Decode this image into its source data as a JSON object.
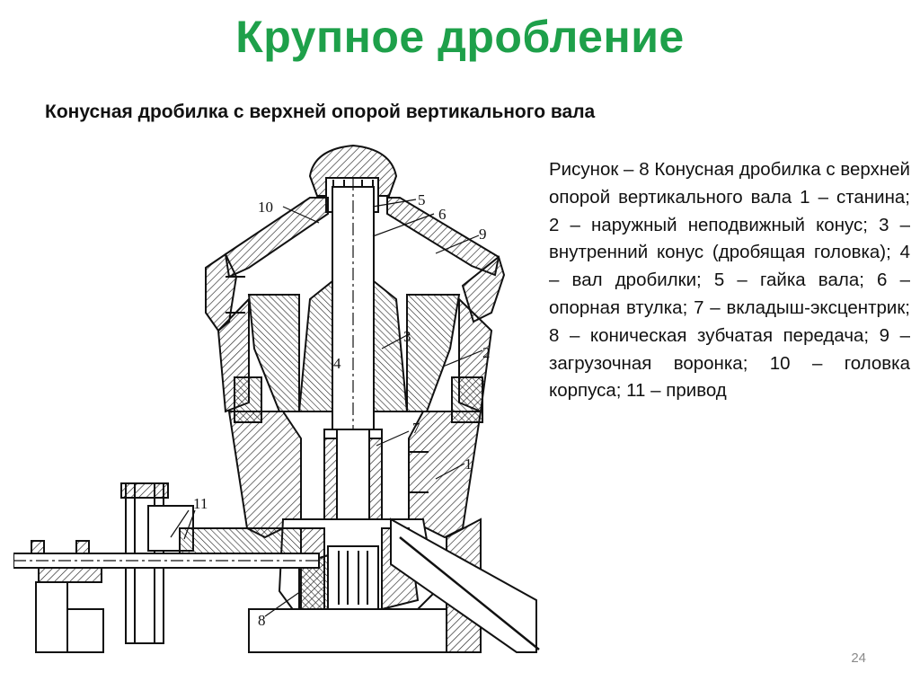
{
  "slide": {
    "title": "Крупное дробление",
    "subtitle": "Конусная дробилка с верхней опорой вертикального вала",
    "caption": "Рисунок – 8 Конусная дробилка с верхней опорой вертикального вала 1 – станина; 2 – наружный неподвижный конус; 3 – внутренний конус (дробящая головка); 4 – вал дробилки; 5 – гайка вала; 6 – опорная втулка; 7 – вкладыш-эксцентрик; 8 – коническая зубчатая передача; 9 – загрузочная воронка; 10 – головка корпуса; 11 – привод",
    "page_number": "24"
  },
  "figure": {
    "labels": {
      "l1": "1",
      "l2": "2",
      "l3": "3",
      "l4": "4",
      "l5": "5",
      "l6": "6",
      "l7": "7",
      "l8": "8",
      "l9": "9",
      "l10": "10",
      "l11": "11"
    }
  },
  "colors": {
    "title": "#1ea04a",
    "text": "#111111",
    "page_number": "#8a8a8a"
  }
}
